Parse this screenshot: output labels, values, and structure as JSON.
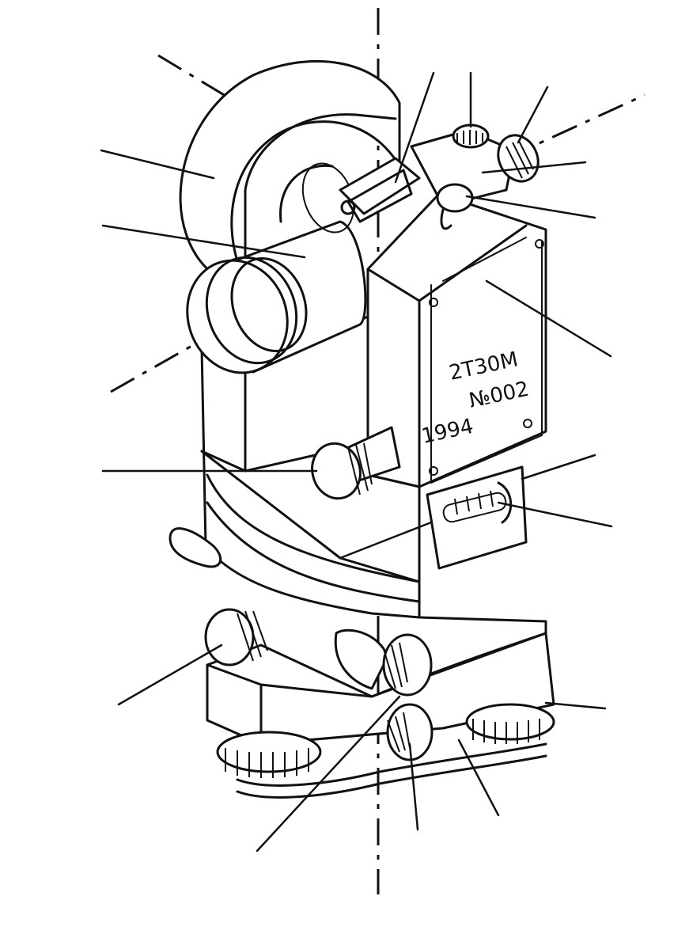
{
  "instrument": {
    "model": "2T30M",
    "serial": "№002",
    "year": "1994"
  },
  "colors": {
    "ink": "#111111",
    "paper": "#ffffff"
  }
}
